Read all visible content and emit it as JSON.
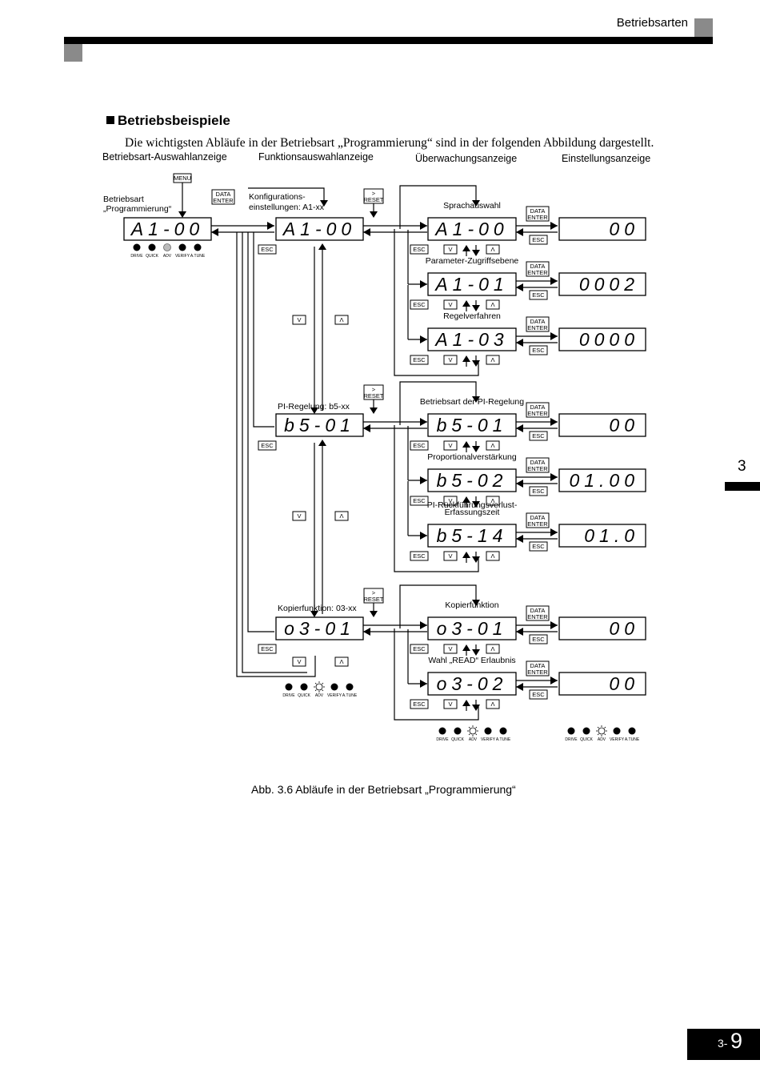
{
  "header": {
    "title": "Betriebsarten"
  },
  "section": {
    "title": "Betriebsbeispiele",
    "intro": "Die wichtigsten Abläufe in der Betriebsart „Programmierung“ sind in der folgenden Abbildung dargestellt."
  },
  "diagram": {
    "col_headers": [
      "Betriebsart-Auswahlanzeige",
      "Funktionsauswahlanzeige",
      "Überwachungsanzeige",
      "Einstellungsanzeige"
    ],
    "mode_label": [
      "Betriebsart",
      "„Programmierung“"
    ],
    "mode_display": "A1-00",
    "keys": {
      "menu": "MENU",
      "data": "DATA",
      "enter": "ENTER",
      "reset_top": ">",
      "reset": "RESET",
      "esc": "ESC",
      "down": "V",
      "up": "Λ"
    },
    "leds": [
      "DRIVE",
      "QUICK",
      "ADV",
      "VERIFY",
      "A.TUNE"
    ],
    "groups": [
      {
        "label": [
          "Konfigurations-",
          "einstellungen: A1-xx"
        ],
        "display": "A1-00",
        "params": [
          {
            "label": [
              "Sprachauswahl"
            ],
            "code": "A1-00",
            "value": "00"
          },
          {
            "label": [
              "Parameter-Zugriffsebene"
            ],
            "code": "A1-01",
            "value": "0002"
          },
          {
            "label": [
              "Regelverfahren"
            ],
            "code": "A1-03",
            "value": "0000"
          }
        ]
      },
      {
        "label": [
          "PI-Regelung: b5-xx"
        ],
        "display": "b5-01",
        "params": [
          {
            "label": [
              "Betriebsart der PI-Regelung"
            ],
            "code": "b5-01",
            "value": "00"
          },
          {
            "label": [
              "Proportionalverstärkung"
            ],
            "code": "b5-02",
            "value": "01.00"
          },
          {
            "label": [
              "PI-Rückführungsverlust-",
              "Erfassungszeit"
            ],
            "code": "b5-14",
            "value": "01.0"
          }
        ]
      },
      {
        "label": [
          "Kopierfunktion: 03-xx"
        ],
        "display": "o3-01",
        "params": [
          {
            "label": [
              "Kopierfunktion"
            ],
            "code": "o3-01",
            "value": "00"
          },
          {
            "label": [
              "Wahl „READ“ Erlaubnis"
            ],
            "code": "o3-02",
            "value": "00"
          }
        ]
      }
    ]
  },
  "caption": "Abb. 3.6  Abläufe in der Betriebsart „Programmierung“",
  "side_tab": "3",
  "page": {
    "prefix": "3-",
    "number": "9"
  }
}
